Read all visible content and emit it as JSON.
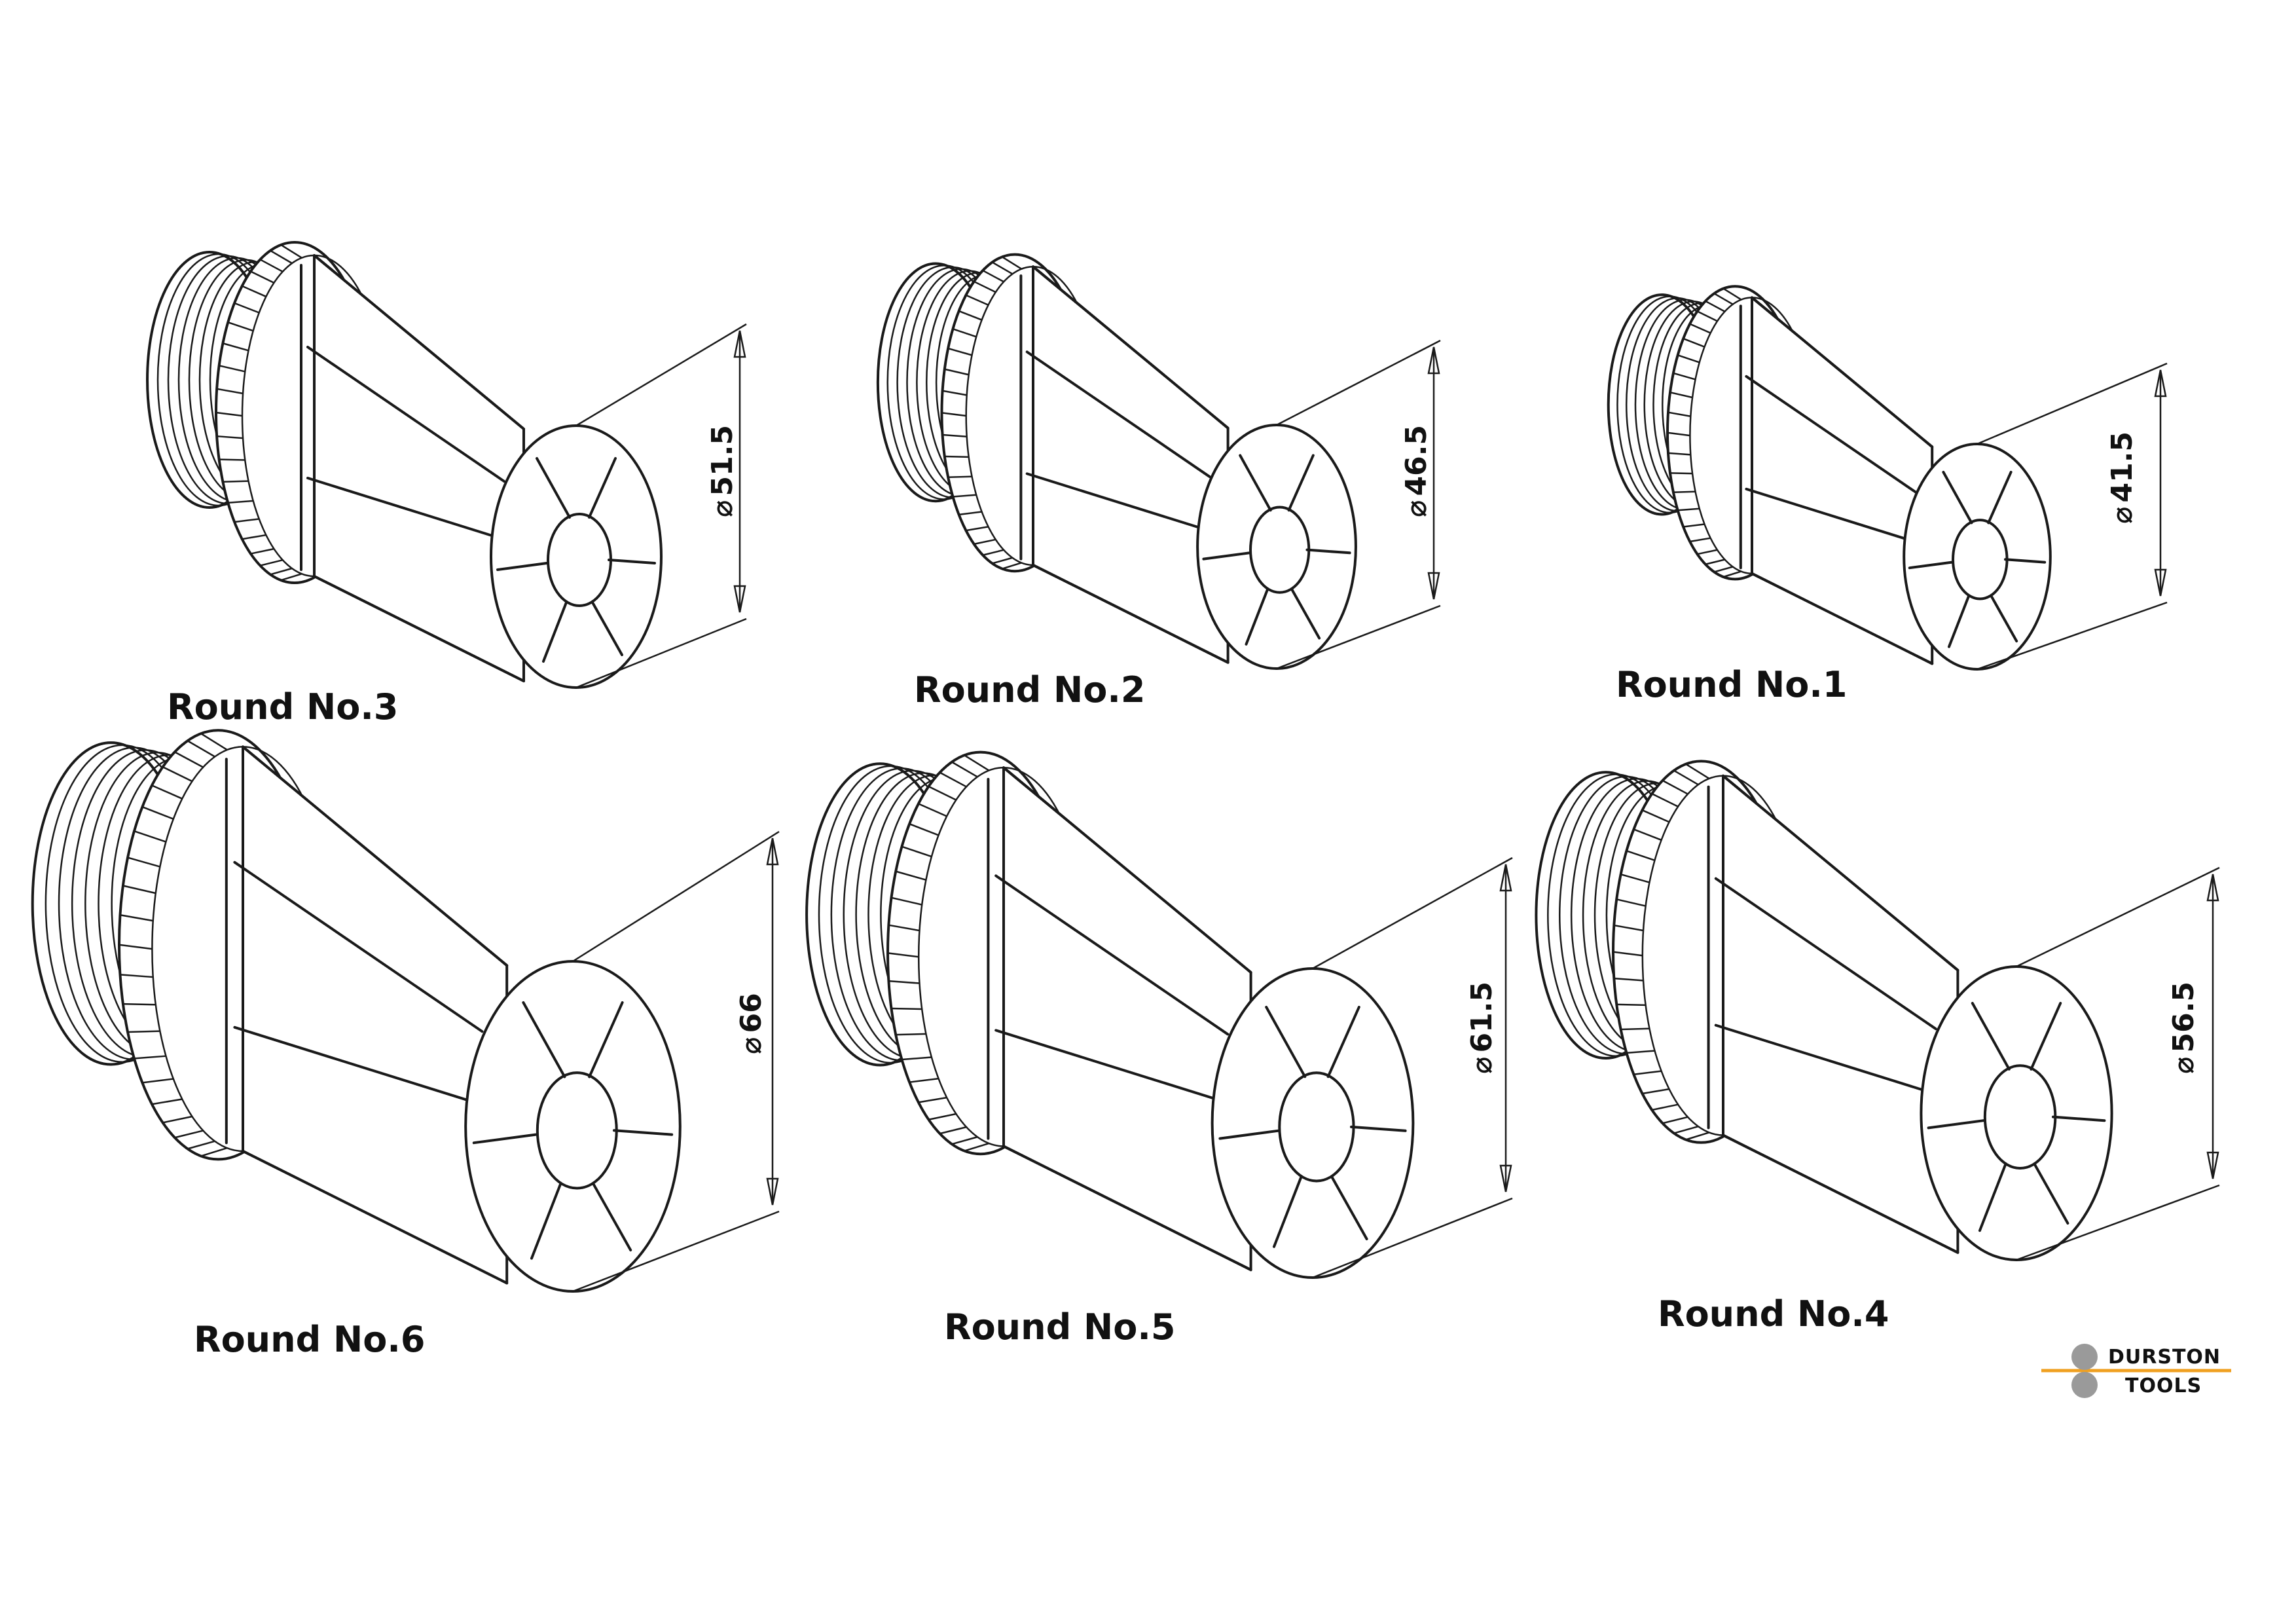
{
  "items": [
    {
      "id": "r3",
      "caption": "Round No.3",
      "diameter": "51.5"
    },
    {
      "id": "r2",
      "caption": "Round No.2",
      "diameter": "46.5"
    },
    {
      "id": "r1",
      "caption": "Round No.1",
      "diameter": "41.5"
    },
    {
      "id": "r6",
      "caption": "Round No.6",
      "diameter": "66"
    },
    {
      "id": "r5",
      "caption": "Round No.5",
      "diameter": "61.5"
    },
    {
      "id": "r4",
      "caption": "Round No.4",
      "diameter": "56.5"
    }
  ],
  "diameter_symbol": "⌀",
  "logo": {
    "line1": "DURSTON",
    "line2": "TOOLS",
    "accent_color": "#f0a020",
    "dot_color": "#9a9a9a"
  }
}
